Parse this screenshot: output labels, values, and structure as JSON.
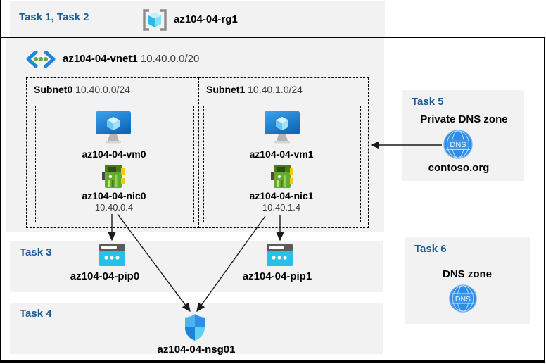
{
  "colors": {
    "task_label": "#1a5a96",
    "band_bg": "#f2f2f2",
    "arrow": "#1a1a1a",
    "dns_blue": "#2f8ce4",
    "pip_cyan": "#27c0e8",
    "nic_green": "#67a82e",
    "vm_blue": "#1272c8"
  },
  "header": {
    "task_label": "Task 1, Task 2",
    "resource_group": "az104-04-rg1"
  },
  "vnet": {
    "name": "az104-04-vnet1",
    "cidr": "10.40.0.0/20"
  },
  "subnets": [
    {
      "name": "Subnet0",
      "cidr": "10.40.0.0/24",
      "vm": "az104-04-vm0",
      "nic": "az104-04-nic0",
      "ip": "10.40.0.4"
    },
    {
      "name": "Subnet1",
      "cidr": "10.40.1.0/24",
      "vm": "az104-04-vm1",
      "nic": "az104-04-nic1",
      "ip": "10.40.1.4"
    }
  ],
  "task3": {
    "label": "Task 3",
    "pips": [
      "az104-04-pip0",
      "az104-04-pip1"
    ]
  },
  "task4": {
    "label": "Task 4",
    "nsg": "az104-04-nsg01"
  },
  "task5": {
    "label": "Task 5",
    "title": "Private DNS zone",
    "zone": "contoso.org",
    "icon_text": "DNS"
  },
  "task6": {
    "label": "Task 6",
    "title": "DNS zone",
    "icon_text": "DNS"
  }
}
